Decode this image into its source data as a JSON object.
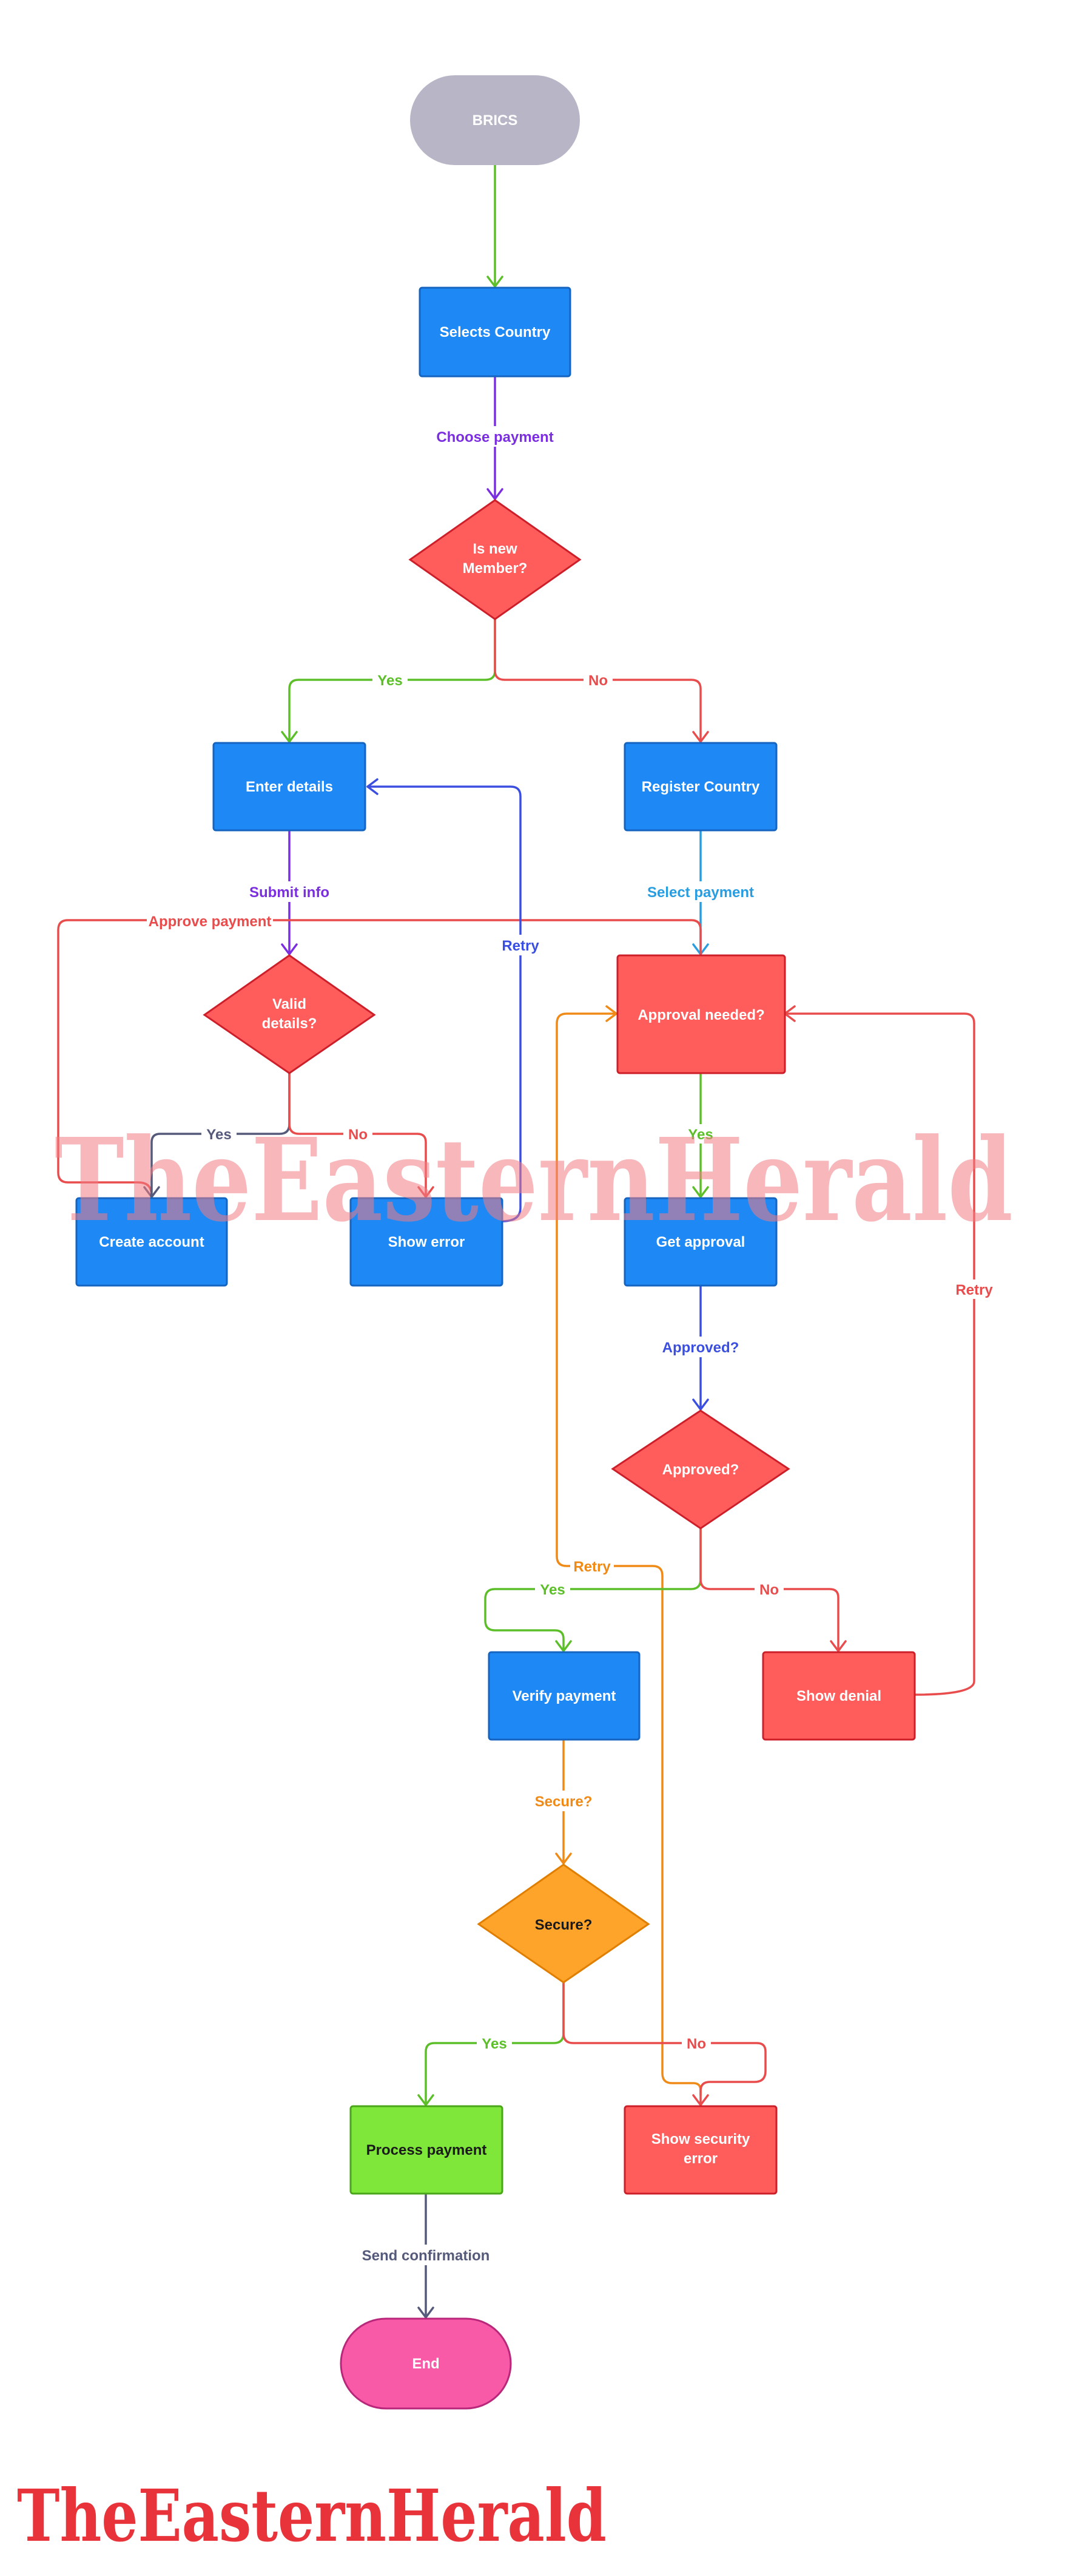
{
  "colors": {
    "blue": "#1e88f5",
    "blue_border": "#1565c0",
    "red": "#ff5c5c",
    "red_border": "#cc1f2a",
    "gray": "#b8b6c6",
    "orange": "#ffa42b",
    "orange_border": "#e07e00",
    "green": "#7fe63a",
    "green_border": "#4aa619",
    "pink": "#f95aa8",
    "pink_border": "#b8277a"
  },
  "nodes": {
    "brics": "BRICS",
    "selects_country": "Selects Country",
    "is_new_member": [
      "Is new",
      "Member?"
    ],
    "enter_details": "Enter details",
    "register_country": "Register Country",
    "valid_details": [
      "Valid",
      "details?"
    ],
    "approval_needed": "Approval needed?",
    "create_account": "Create account",
    "show_error": "Show error",
    "get_approval": "Get approval",
    "approved": "Approved?",
    "verify_payment": "Verify payment",
    "show_denial": "Show denial",
    "secure": "Secure?",
    "process_payment": "Process payment",
    "show_security_error": [
      "Show security",
      "error"
    ],
    "end": "End"
  },
  "edge_labels": {
    "choose_payment": "Choose payment",
    "yes_new": "Yes",
    "no_new": "No",
    "submit_info": "Submit info",
    "select_payment": "Select payment",
    "approve_payment": "Approve payment",
    "retry_error": "Retry",
    "yes_valid": "Yes",
    "no_valid": "No",
    "yes_approval": "Yes",
    "approved_q": "Approved?",
    "retry_security": "Retry",
    "yes_approved": "Yes",
    "no_approved": "No",
    "retry_denial": "Retry",
    "secure_q": "Secure?",
    "yes_secure": "Yes",
    "no_secure": "No",
    "send_confirmation": "Send confirmation"
  },
  "watermark": {
    "text": "TheEasternHerald"
  }
}
